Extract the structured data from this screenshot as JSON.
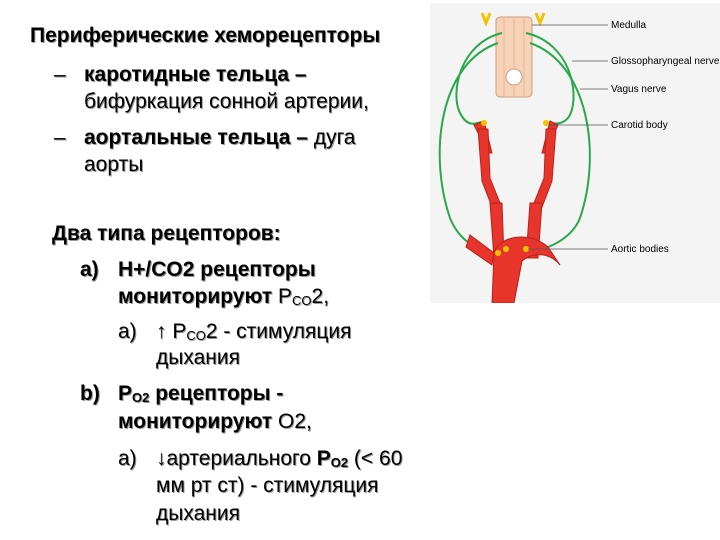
{
  "text": {
    "heading": "Периферические хеморецепторы",
    "dash1": "–",
    "item1_bold": "каротидные тельца –",
    "item1_rest": "бифуркация сонной артерии,",
    "dash2": "–",
    "item2_bold": "аортальные тельца –",
    "item2_tail": "дуга",
    "item2_rest": "аорты",
    "types_heading": "Два типа рецепторов:",
    "a_marker": "a)",
    "a_line1": "H+/CO2 рецепторы",
    "a_line2_bold": "мониторируют",
    "a_line2_p": "P",
    "a_line2_sub": "CO",
    "a_line2_end": "2,",
    "a_sub_marker": "a)",
    "a_sub_line1_a": "↑ P",
    "a_sub_line1_sub": "CO",
    "a_sub_line1_b": "2 -  стимуляция",
    "a_sub_line2": "дыхания",
    "b_marker": "b)",
    "b_line1_p": "P",
    "b_line1_sub": "O2",
    "b_line1_rest": " рецепторы -",
    "b_line2_bold": "мониторируют",
    "b_line2_rest": "O2,",
    "b_sub_marker": "a)",
    "b_sub_line1_a": "↓артериального ",
    "b_sub_line1_p": "P",
    "b_sub_line1_sub": "O2",
    "b_sub_line1_b": " (< 60",
    "b_sub_line2": "мм рт ст) -  стимуляция",
    "b_sub_line3": "дыхания"
  },
  "figure": {
    "labels": {
      "medulla": "Medulla",
      "glossopharyngeal": "Glossopharyngeal nerve",
      "vagus": "Vagus nerve",
      "carotid_body": "Carotid body",
      "aortic_bodies": "Aortic bodies"
    },
    "colors": {
      "artery": "#e8352b",
      "nerve": "#2aa84a",
      "chemoreceptor": "#f2c200",
      "brainstem": "#f7d2b6",
      "background": "#f4f4f4"
    }
  }
}
